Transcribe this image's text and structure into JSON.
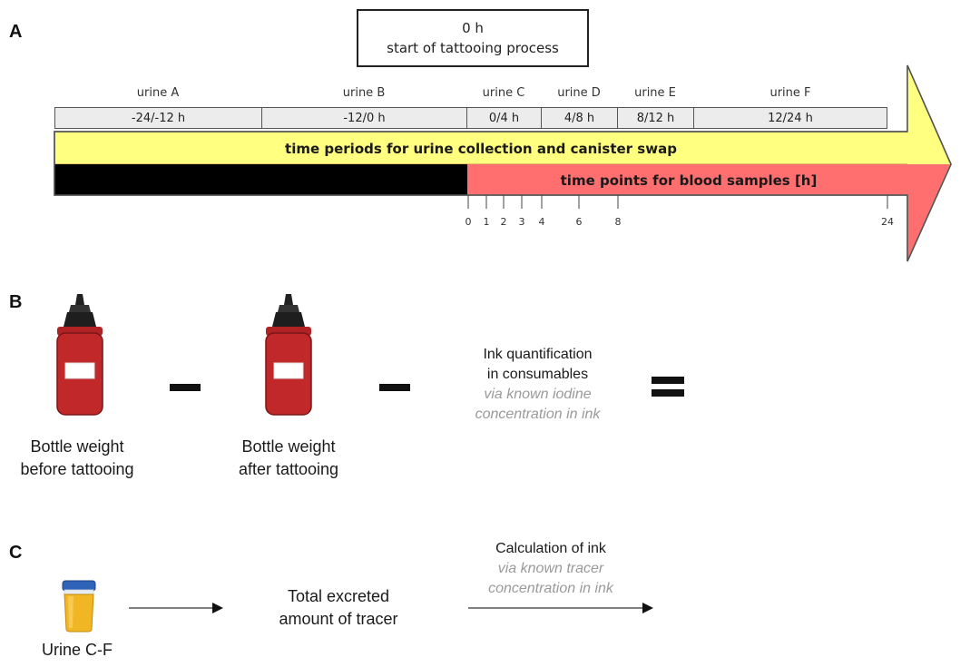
{
  "panels": {
    "a": "A",
    "b": "B",
    "c": "C"
  },
  "panel_a": {
    "start_box": {
      "line1": "0 h",
      "line2": "start of tattooing process"
    },
    "urine_periods": [
      {
        "name": "urine A",
        "range": "-24/-12 h"
      },
      {
        "name": "urine B",
        "range": "-12/0 h"
      },
      {
        "name": "urine C",
        "range": "0/4 h"
      },
      {
        "name": "urine D",
        "range": "4/8 h"
      },
      {
        "name": "urine E",
        "range": "8/12 h"
      },
      {
        "name": "urine F",
        "range": "12/24 h"
      }
    ],
    "yellow_band": "time periods for urine collection and canister swap",
    "red_band": "time points for blood samples [h]",
    "time_ticks": [
      "0",
      "1",
      "2",
      "3",
      "4",
      "6",
      "8",
      "24"
    ],
    "colors": {
      "yellow": "#ffff80",
      "red": "#ff6f6f",
      "black": "#000000",
      "cell_bg": "#ececec"
    }
  },
  "panel_b": {
    "bottle_before_label": [
      "Bottle weight",
      "before tattooing"
    ],
    "bottle_after_label": [
      "Bottle weight",
      "after tattooing"
    ],
    "minus_1_icon": "minus-sign",
    "minus_2_icon": "minus-sign",
    "ink_lines_dark": [
      "Ink quantification",
      "in consumables"
    ],
    "ink_lines_gray": [
      "via known iodine",
      "concentration in ink"
    ],
    "equals_icon": "equals-sign",
    "colors": {
      "bottle_body": "#c0282a",
      "bottle_cap": "#222222"
    }
  },
  "panel_c": {
    "urine_label": "Urine C-F",
    "tracer_lines": [
      "Total excreted",
      "amount of tracer"
    ],
    "calc_dark": "Calculation of ink",
    "calc_gray": [
      "via known tracer",
      "concentration in ink"
    ],
    "colors": {
      "cup_lid": "#2e63b8",
      "cup_body": "#f0b623"
    }
  }
}
